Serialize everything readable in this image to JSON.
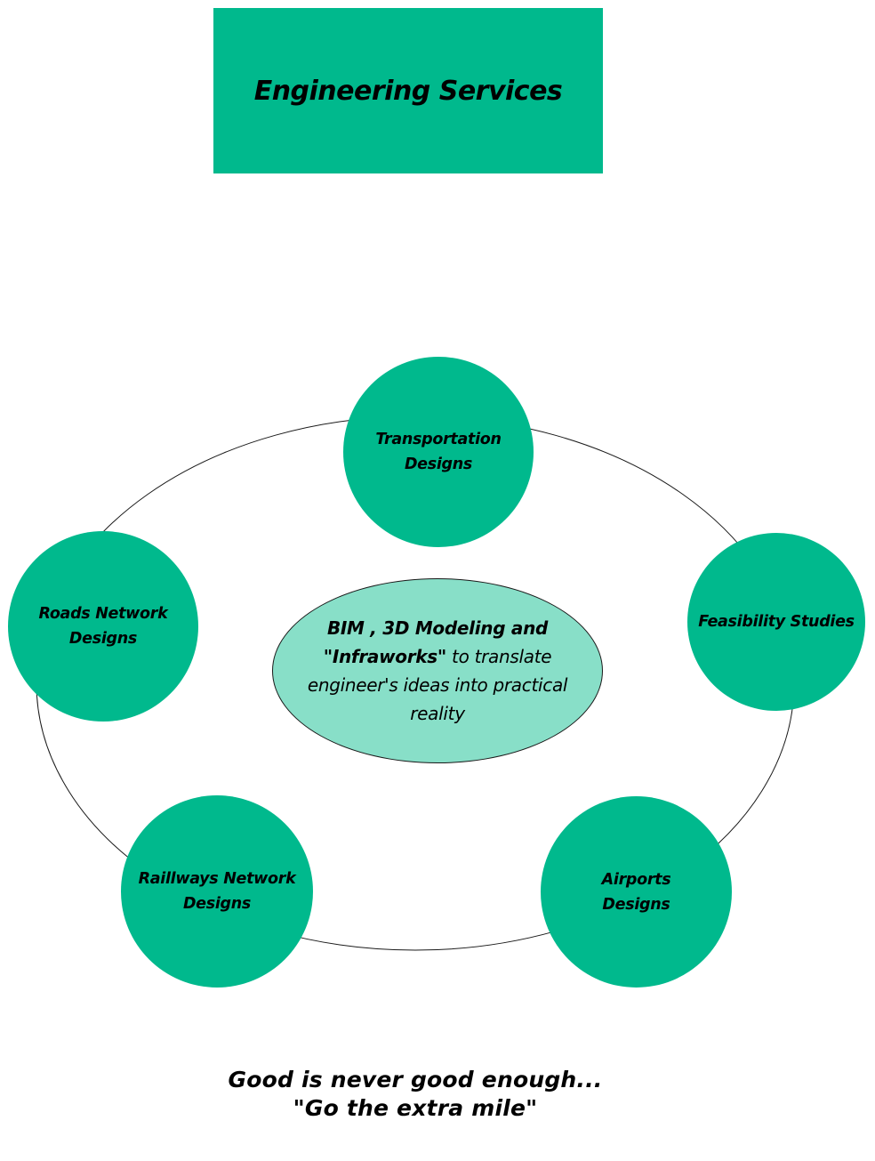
{
  "title": "Engineering Services",
  "colors": {
    "node_fill": "#00b98d",
    "center_fill": "#88dfc8",
    "ring_stroke": "#1a1a1a"
  },
  "center": {
    "line1_bold": "BIM , 3D Modeling and",
    "line2_bold": "\"Infraworks\"",
    "line2_rest": " to translate",
    "line3": "engineer's ideas into practical",
    "line4": "reality"
  },
  "nodes": {
    "transportation": {
      "line1": "Transportation",
      "line2": "Designs"
    },
    "feasibility": {
      "line1": "Feasibility Studies"
    },
    "roads": {
      "line1": "Roads Network",
      "line2": "Designs"
    },
    "railways": {
      "line1": "Raillways Network",
      "line2": "Designs"
    },
    "airports": {
      "line1": "Airports",
      "line2": "Designs"
    }
  },
  "footer": {
    "line1": "Good is never good enough...",
    "line2": "\"Go the extra mile\""
  }
}
